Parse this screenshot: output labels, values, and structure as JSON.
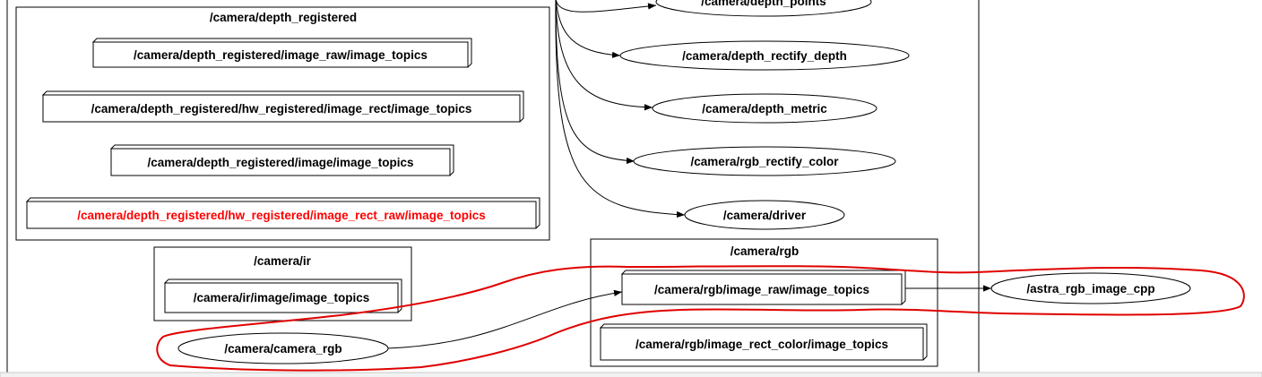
{
  "clusters": {
    "depth_registered": "/camera/depth_registered",
    "ir": "/camera/ir",
    "rgb": "/camera/rgb"
  },
  "topics": {
    "dr_image_raw": "/camera/depth_registered/image_raw/image_topics",
    "dr_hw_image_rect": "/camera/depth_registered/hw_registered/image_rect/image_topics",
    "dr_image": "/camera/depth_registered/image/image_topics",
    "dr_hw_image_rect_raw": "/camera/depth_registered/hw_registered/image_rect_raw/image_topics",
    "ir_image": "/camera/ir/image/image_topics",
    "rgb_image_raw": "/camera/rgb/image_raw/image_topics",
    "rgb_image_rect_color": "/camera/rgb/image_rect_color/image_topics"
  },
  "nodes": {
    "depth_points": "/camera/depth_points",
    "depth_rectify_depth": "/camera/depth_rectify_depth",
    "depth_metric": "/camera/depth_metric",
    "rgb_rectify_color": "/camera/rgb_rectify_color",
    "driver": "/camera/driver",
    "camera_rgb": "/camera/camera_rgb",
    "astra_rgb_image_cpp": "/astra_rgb_image_cpp"
  },
  "colors": {
    "highlight_text": "#ff0000",
    "annotation": "#e00000"
  }
}
